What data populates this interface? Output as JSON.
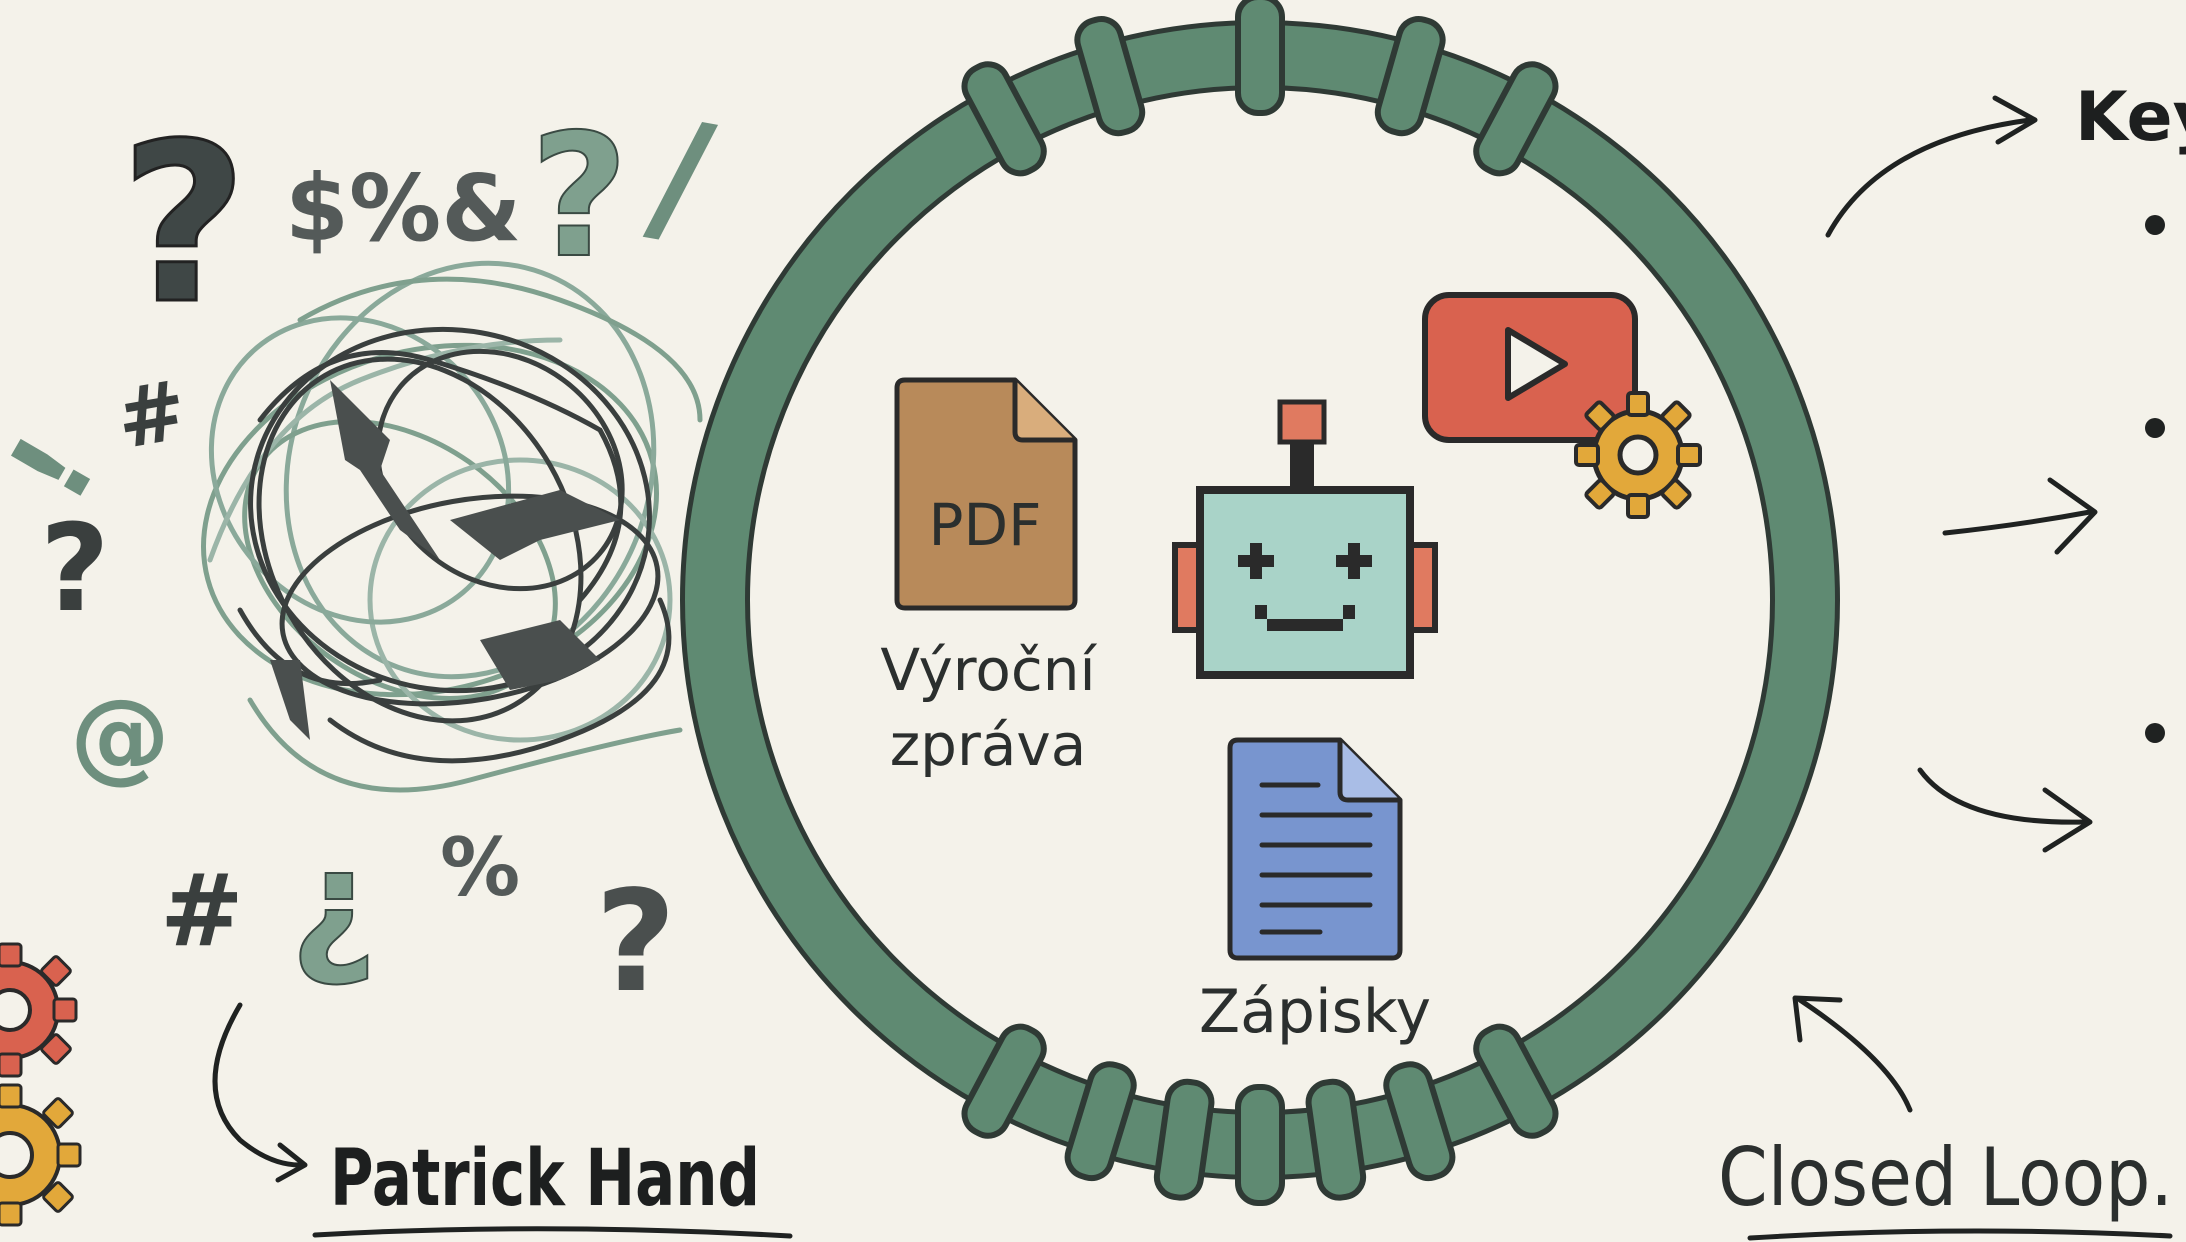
{
  "colors": {
    "background": "#f4f2ea",
    "ring": "#5f8a72",
    "ring_outline": "#2f3a35",
    "pdf": "#b88a5a",
    "youtube": "#d9624f",
    "gear": "#e2a83a",
    "robot": "#a9d3c8",
    "notes": "#7895cf",
    "scribble_dark": "#3a3f3e",
    "scribble_green": "#7fa08e"
  },
  "chaos": {
    "symbols": [
      "?",
      "$%&",
      "?",
      "/",
      "#",
      "!",
      "?",
      "@",
      "#",
      "¿",
      "%",
      "?"
    ]
  },
  "ring": {
    "pdf_badge": "PDF",
    "pdf_caption": [
      "Výroční",
      "zpráva"
    ],
    "notes_caption": "Zápisky",
    "icons": [
      "pdf-file-icon",
      "robot-icon",
      "youtube-play-icon",
      "gear-icon",
      "notes-document-icon"
    ]
  },
  "labels": {
    "font_name": "Patrick Hand",
    "closed_loop": "Closed Loop.",
    "key_heading": "Key"
  }
}
